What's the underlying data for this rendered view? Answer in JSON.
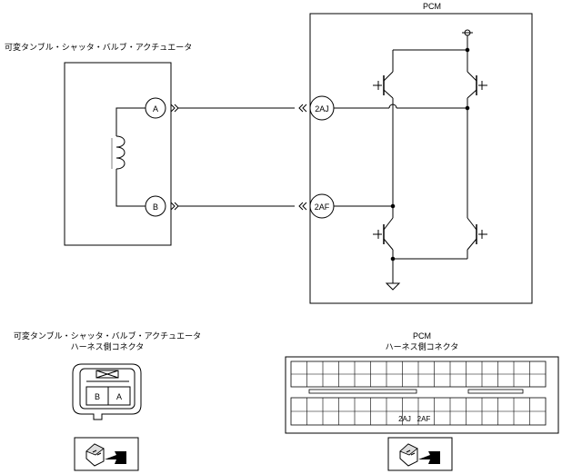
{
  "labels": {
    "actuator_title": "可変タンブル・シャッタ・バルブ・アクチュエータ",
    "pcm_title": "PCM",
    "pin_a": "A",
    "pin_b": "B",
    "pin_2aj": "2AJ",
    "pin_2af": "2AF",
    "bottom_actuator_title": "可変タンブル・シャッタ・バルブ・アクチュエータ",
    "bottom_actuator_sub": "ハーネス側コネクタ",
    "bottom_pcm_title": "PCM",
    "bottom_pcm_sub": "ハーネス側コネクタ",
    "conn_cell_b": "B",
    "conn_cell_a": "A",
    "pcm_cell_2aj": "2AJ",
    "pcm_cell_2af": "2AF"
  },
  "icons": {
    "left_probe": "connector-probe-icon",
    "right_probe": "connector-probe-icon"
  }
}
